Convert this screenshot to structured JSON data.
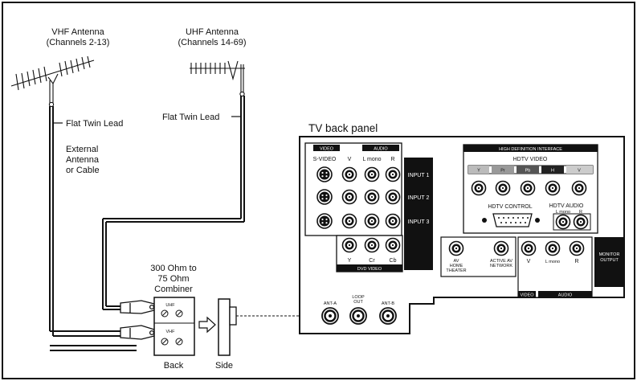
{
  "antennas": {
    "vhf": {
      "title": "VHF Antenna",
      "channels": "(Channels 2-13)"
    },
    "uhf": {
      "title": "UHF Antenna",
      "channels": "(Channels 14-69)"
    }
  },
  "leads": {
    "left_lead": "Flat Twin Lead",
    "right_lead": "Flat Twin Lead",
    "external": [
      "External",
      "Antenna",
      "or Cable"
    ]
  },
  "combiner": {
    "title": [
      "300 Ohm to",
      "75 Ohm",
      "Combiner"
    ],
    "uhf_label": "UHF",
    "vhf_label": "VHF",
    "back_label": "Back",
    "side_label": "Side"
  },
  "panel": {
    "title": "TV back panel",
    "video_header": "VIDEO",
    "audio_header": "AUDIO",
    "col_svideo": "S-VIDEO",
    "col_v": "V",
    "col_l": "L mono",
    "col_r": "R",
    "inputs": [
      "INPUT 1",
      "INPUT 2",
      "INPUT 3"
    ],
    "dvd_labels": [
      "Y",
      "Cr",
      "Cb"
    ],
    "dvd_video": "DVD VIDEO",
    "hd_header": "HIGH DEFINITION INTERFACE",
    "hdtv_video": "HDTV VIDEO",
    "hd_cols": [
      "Y",
      "Pr",
      "Pb",
      "H",
      "V"
    ],
    "hdtv_control": "HDTV CONTROL",
    "hdtv_audio": "HDTV AUDIO",
    "hdtv_audio_l": "L mono",
    "hdtv_audio_r": "R",
    "home_theater": [
      "AV",
      "HOME",
      "THEATER"
    ],
    "active_av": [
      "ACTIVE AV",
      "NETWORK"
    ],
    "monitor_output": [
      "MONITOR",
      "OUTPUT"
    ],
    "mon_v": "V",
    "mon_l": "L mono",
    "mon_r": "R",
    "mon_video": "VIDEO",
    "mon_audio": "AUDIO",
    "ant_a": "ANT-A",
    "loop_out": [
      "LOOP",
      "OUT"
    ],
    "ant_b": "ANT-B"
  },
  "colors": {
    "ink": "#111111",
    "panel_fill": "#ffffff",
    "label_block": "#111111"
  }
}
